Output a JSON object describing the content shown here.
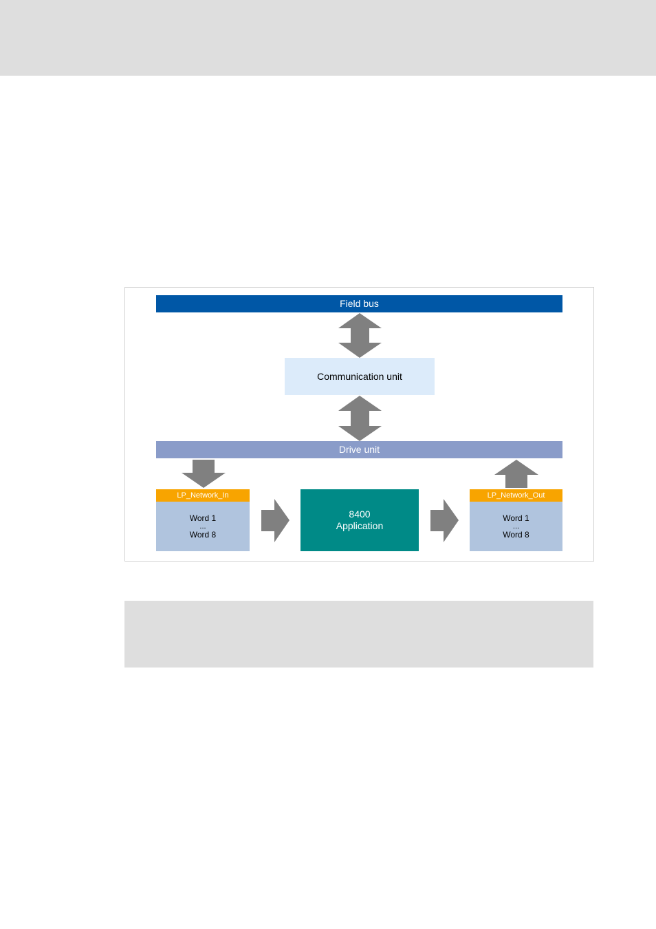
{
  "diagram": {
    "field_bus": "Field bus",
    "communication_unit": "Communication unit",
    "drive_unit": "Drive unit",
    "lp_network_in": {
      "header": "LP_Network_In",
      "first_word": "Word 1",
      "ellipsis": "...",
      "last_word": "Word 8"
    },
    "application": {
      "line1": "8400",
      "line2": "Application"
    },
    "lp_network_out": {
      "header": "LP_Network_Out",
      "first_word": "Word 1",
      "ellipsis": "...",
      "last_word": "Word 8"
    },
    "colors": {
      "field_bus": "#0057a6",
      "drive_unit": "#8a9cc9",
      "communication_unit": "#dcebfa",
      "block_header": "#f8a400",
      "block_body": "#b0c4de",
      "application": "#008a87",
      "arrow": "#808080"
    }
  }
}
